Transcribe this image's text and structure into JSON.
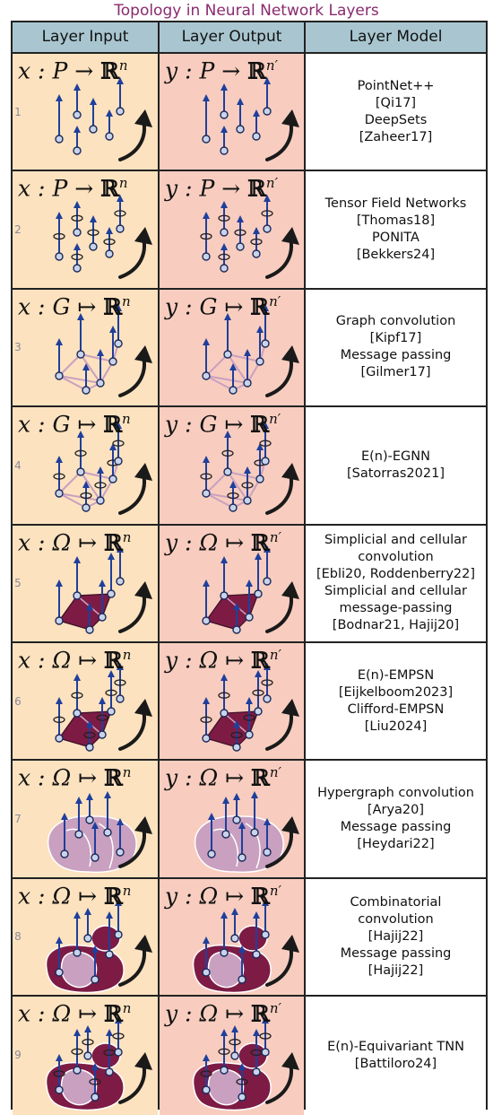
{
  "title": "Topology in Neural Network Layers",
  "headers": {
    "input": "Layer Input",
    "output": "Layer Output",
    "model": "Layer Model"
  },
  "colors": {
    "title": "#8a2a6e",
    "header": "#a9c6d0",
    "input_bg": "#fce2bf",
    "output_bg": "#f8cdbf",
    "arrow": "#1f3f9c",
    "cell_dark": "#7d1b45",
    "cell_light": "#c9a0c0"
  },
  "rows": [
    {
      "num": "1",
      "input": {
        "var": "x",
        "domain": "P",
        "map": "→",
        "space": "ℝ",
        "exp": "n"
      },
      "output": {
        "var": "y",
        "domain": "P",
        "map": "→",
        "space": "ℝ",
        "exp": "n′"
      },
      "model": [
        "PointNet++",
        "[Qi17]",
        "DeepSets",
        "[Zaheer17]"
      ],
      "kind": "points"
    },
    {
      "num": "2",
      "input": {
        "var": "x",
        "domain": "P",
        "map": "→",
        "space": "ℝ",
        "exp": "n"
      },
      "output": {
        "var": "y",
        "domain": "P",
        "map": "→",
        "space": "ℝ",
        "exp": "n′"
      },
      "model": [
        "Tensor Field Networks",
        "[Thomas18]",
        "PONITA",
        "[Bekkers24]"
      ],
      "kind": "points-eq"
    },
    {
      "num": "3",
      "input": {
        "var": "x",
        "domain": "G",
        "map": "↦",
        "space": "ℝ",
        "exp": "n"
      },
      "output": {
        "var": "y",
        "domain": "G",
        "map": "↦",
        "space": "ℝ",
        "exp": "n′"
      },
      "model": [
        "Graph convolution",
        "[Kipf17]",
        "Message passing",
        "[Gilmer17]"
      ],
      "kind": "graph"
    },
    {
      "num": "4",
      "input": {
        "var": "x",
        "domain": "G",
        "map": "↦",
        "space": "ℝ",
        "exp": "n"
      },
      "output": {
        "var": "y",
        "domain": "G",
        "map": "↦",
        "space": "ℝ",
        "exp": "n′"
      },
      "model": [
        "E(n)-EGNN",
        "[Satorras2021]"
      ],
      "kind": "graph-eq"
    },
    {
      "num": "5",
      "input": {
        "var": "x",
        "domain": "Ω",
        "map": "↦",
        "space": "ℝ",
        "exp": "n"
      },
      "output": {
        "var": "y",
        "domain": "Ω",
        "map": "↦",
        "space": "ℝ",
        "exp": "n′"
      },
      "model": [
        "Simplicial and cellular",
        "convolution",
        "[Ebli20, Roddenberry22]",
        "Simplicial and cellular",
        "message-passing",
        "[Bodnar21, Hajij20]"
      ],
      "kind": "simplicial"
    },
    {
      "num": "6",
      "input": {
        "var": "x",
        "domain": "Ω",
        "map": "↦",
        "space": "ℝ",
        "exp": "n"
      },
      "output": {
        "var": "y",
        "domain": "Ω",
        "map": "↦",
        "space": "ℝ",
        "exp": "n′"
      },
      "model": [
        "E(n)-EMPSN",
        "[Eijkelboom2023]",
        "Clifford-EMPSN",
        "[Liu2024]"
      ],
      "kind": "simplicial-eq"
    },
    {
      "num": "7",
      "input": {
        "var": "x",
        "domain": "Ω",
        "map": "↦",
        "space": "ℝ",
        "exp": "n"
      },
      "output": {
        "var": "y",
        "domain": "Ω",
        "map": "↦",
        "space": "ℝ",
        "exp": "n′"
      },
      "model": [
        "Hypergraph convolution",
        "[Arya20]",
        "Message passing",
        "[Heydari22]"
      ],
      "kind": "hypergraph"
    },
    {
      "num": "8",
      "input": {
        "var": "x",
        "domain": "Ω",
        "map": "↦",
        "space": "ℝ",
        "exp": "n"
      },
      "output": {
        "var": "y",
        "domain": "Ω",
        "map": "↦",
        "space": "ℝ",
        "exp": "n′"
      },
      "model": [
        "Combinatorial",
        "convolution",
        "[Hajij22]",
        "Message passing",
        "[Hajij22]"
      ],
      "kind": "combinatorial"
    },
    {
      "num": "9",
      "input": {
        "var": "x",
        "domain": "Ω",
        "map": "↦",
        "space": "ℝ",
        "exp": "n"
      },
      "output": {
        "var": "y",
        "domain": "Ω",
        "map": "↦",
        "space": "ℝ",
        "exp": "n′"
      },
      "model": [
        "E(n)-Equivariant TNN",
        "[Battiloro24]"
      ],
      "kind": "combinatorial-eq"
    }
  ]
}
